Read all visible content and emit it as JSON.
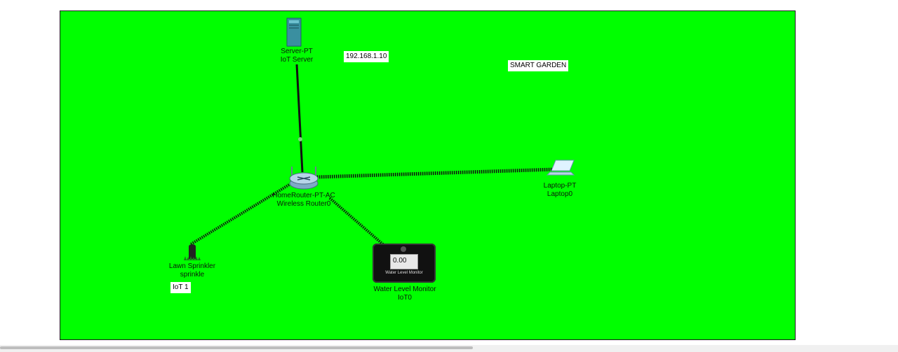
{
  "notes": {
    "ip": "192.168.1.10",
    "title": "SMART GARDEN",
    "iot1": "IoT 1"
  },
  "devices": {
    "server": {
      "model": "Server-PT",
      "name": "IoT Server"
    },
    "router": {
      "model": "HomeRouter-PT-AC",
      "name": "Wireless Router0"
    },
    "laptop": {
      "model": "Laptop-PT",
      "name": "Laptop0"
    },
    "sprinkler": {
      "model": "Lawn Sprinkler",
      "name": "sprinkle"
    },
    "monitor": {
      "model": "Water Level Monitor",
      "name": "IoT0",
      "reading": "0.00",
      "screen_caption": "Water Level Monitor"
    }
  },
  "colors": {
    "workspace": "#00ff00",
    "link": "#111111",
    "link_endpoint": "#7fd07f"
  },
  "icons": {
    "server": "server-tower-icon",
    "router": "wireless-router-icon",
    "laptop": "laptop-icon",
    "sprinkler": "lawn-sprinkler-icon",
    "monitor": "water-level-monitor-icon"
  }
}
